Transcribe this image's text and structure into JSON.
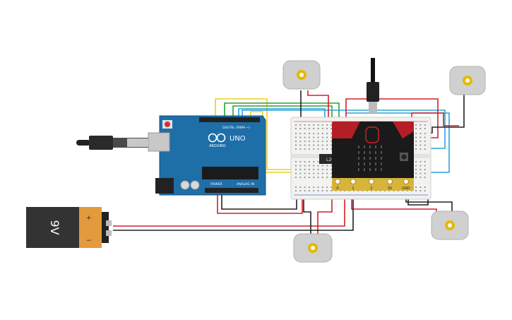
{
  "battery": {
    "label": "9V",
    "pos": "+",
    "neg": "−"
  },
  "arduino": {
    "logo": "UNO",
    "brand": "ARDUINO",
    "digital": "DIGITAL (PWM ~)",
    "power": "POWER",
    "analog": "ANALOG IN"
  },
  "chip": {
    "label": "L293D"
  },
  "microbit": {
    "pins": [
      "0",
      "1",
      "2",
      "3V",
      "GND"
    ]
  },
  "colors": {
    "wire_red": "#d0202a",
    "wire_black": "#222222",
    "wire_yellow": "#e8d21e",
    "wire_green": "#2e9f3a",
    "wire_blue": "#2ba6d8",
    "board_blue": "#1e6ea8",
    "breadboard": "#f2f2f0",
    "motor": "#d0d0d0",
    "battery_black": "#333333",
    "battery_orange": "#e39a3c",
    "microbit_black": "#1a1a1a",
    "gold": "#d7b43a"
  }
}
